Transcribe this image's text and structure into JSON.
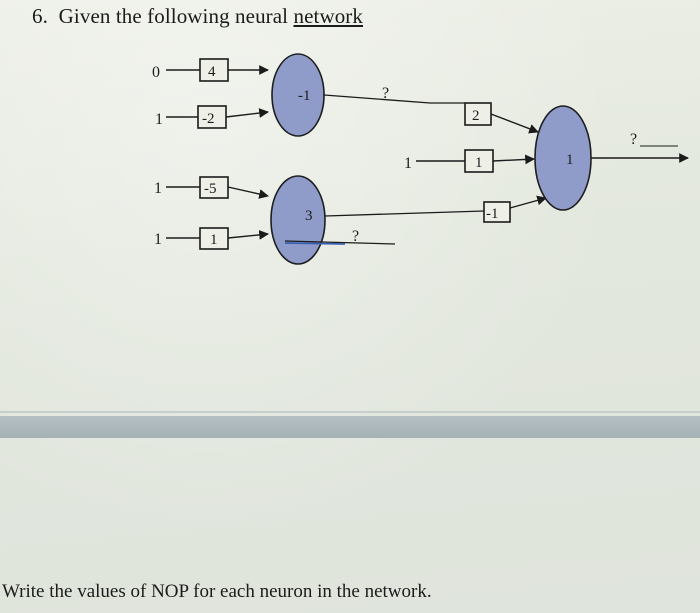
{
  "question": {
    "number": "6.",
    "text_prefix": "Given the following neural",
    "text_underlined": "network"
  },
  "network": {
    "inputs": [
      {
        "id": "in1",
        "value": "0",
        "weight": "4"
      },
      {
        "id": "in2",
        "value": "1",
        "weight": "-2"
      },
      {
        "id": "in3",
        "value": "1",
        "weight": "-5"
      },
      {
        "id": "in4",
        "value": "1",
        "weight": "1"
      }
    ],
    "neurons": [
      {
        "id": "n1",
        "threshold": "-1",
        "output": "?"
      },
      {
        "id": "n2",
        "threshold": "3",
        "output": "?"
      },
      {
        "id": "n3",
        "threshold": "1",
        "output": "?"
      }
    ],
    "output_layer_inputs": [
      {
        "id": "w_n1",
        "source": "n1",
        "weight": "2"
      },
      {
        "id": "bias",
        "value": "1",
        "weight": "1"
      },
      {
        "id": "w_n2",
        "source": "n2",
        "weight": "-1"
      }
    ],
    "colors": {
      "neuron_fill": "#8f9bc9",
      "neuron_stroke": "#1e1e1e",
      "highlight_line": "#3b5fb0"
    }
  },
  "footer": {
    "instruction": "Write the values of NOP for each neuron in the network."
  }
}
